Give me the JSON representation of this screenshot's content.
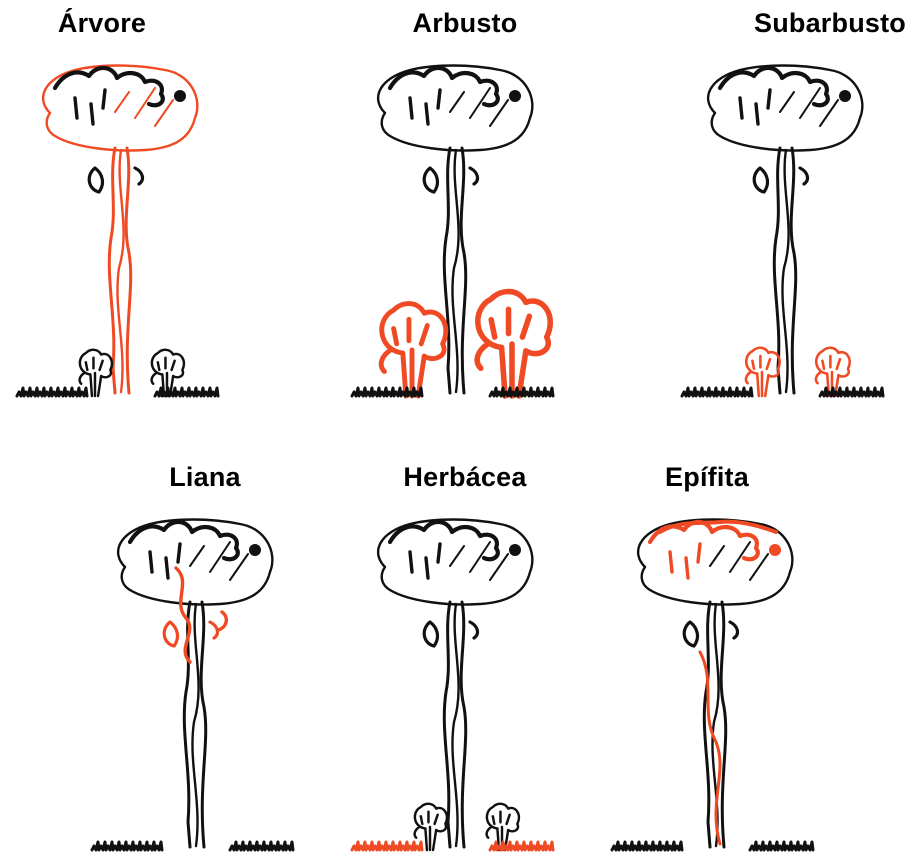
{
  "colors": {
    "ink": "#111111",
    "highlight": "#ef4a23"
  },
  "panels": [
    {
      "label": "Árvore",
      "highlight": "tree"
    },
    {
      "label": "Arbusto",
      "highlight": "shrub"
    },
    {
      "label": "Subarbusto",
      "highlight": "subshrub"
    },
    {
      "label": "Liana",
      "highlight": "liana"
    },
    {
      "label": "Herbácea",
      "highlight": "herb"
    },
    {
      "label": "Epífita",
      "highlight": "epiphyte"
    }
  ]
}
